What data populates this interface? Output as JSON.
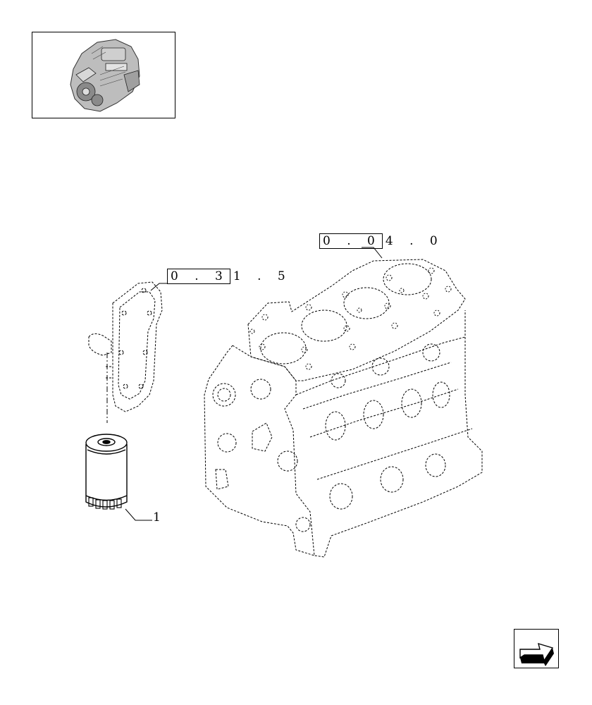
{
  "thumbnail": {
    "icon": "engine-assembly-icon"
  },
  "references": [
    {
      "boxed": "0 . 3",
      "rest": "1 . 5"
    },
    {
      "boxed": "0 . 0",
      "rest": "4 . 0"
    }
  ],
  "callouts": [
    {
      "label": "1"
    }
  ],
  "navigation": {
    "icon": "next-page-arrow-icon"
  }
}
